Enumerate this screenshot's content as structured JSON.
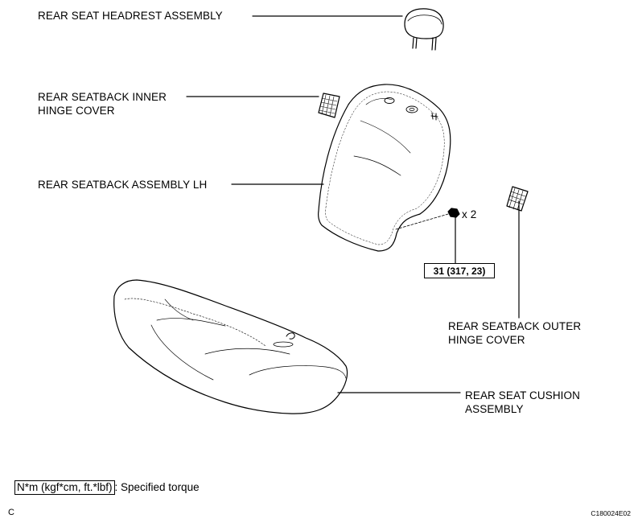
{
  "labels": {
    "headrest": "REAR SEAT HEADREST ASSEMBLY",
    "inner_hinge_line1": "REAR SEATBACK INNER",
    "inner_hinge_line2": "HINGE COVER",
    "seatback": "REAR SEATBACK ASSEMBLY LH",
    "outer_hinge_line1": "REAR SEATBACK OUTER",
    "outer_hinge_line2": "HINGE COVER",
    "cushion_line1": "REAR SEAT CUSHION",
    "cushion_line2": "ASSEMBLY"
  },
  "fastener": {
    "quantity": "x 2",
    "torque": "31 (317, 23)"
  },
  "legend": {
    "unit_box": "N*m (kgf*cm, ft.*lbf)",
    "description": ": Specified torque"
  },
  "corner": {
    "left": "C",
    "figure_code": "C180024E02"
  }
}
